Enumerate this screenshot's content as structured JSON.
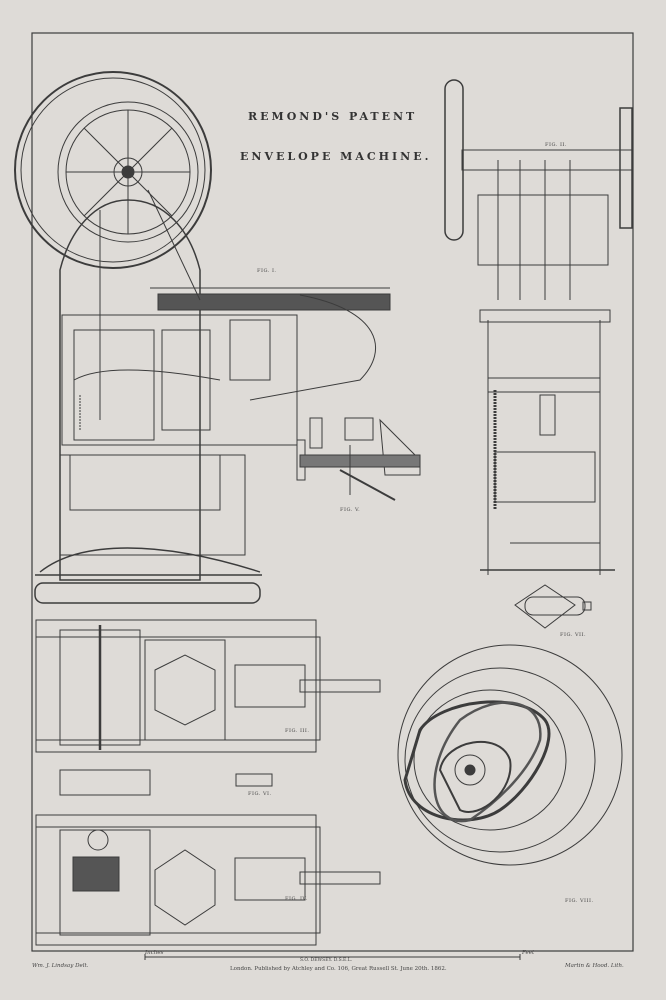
{
  "title": {
    "line1": "REMOND'S PATENT",
    "line2": "ENVELOPE MACHINE."
  },
  "figures": {
    "fig1": "FIG. I.",
    "fig2": "FIG. II.",
    "fig3": "FIG. III.",
    "fig4": "FIG. IV.",
    "fig5": "FIG. V.",
    "fig6": "FIG. VI.",
    "fig7": "FIG. VII.",
    "fig8": "FIG. VIII."
  },
  "footer": {
    "left": "Wm. J. Lindsay Delt.",
    "center": "London. Published by Atchley and Co. 106, Great Russell St. June 20th. 1862.",
    "right": "Martin & Hood. Lith.",
    "scale": "S.O. DEWSEY. D.S.E.L.",
    "scale_left": "Inches",
    "scale_right": "Feet"
  },
  "colors": {
    "paper": "#dedbd7",
    "ink": "#3c3c3c"
  }
}
